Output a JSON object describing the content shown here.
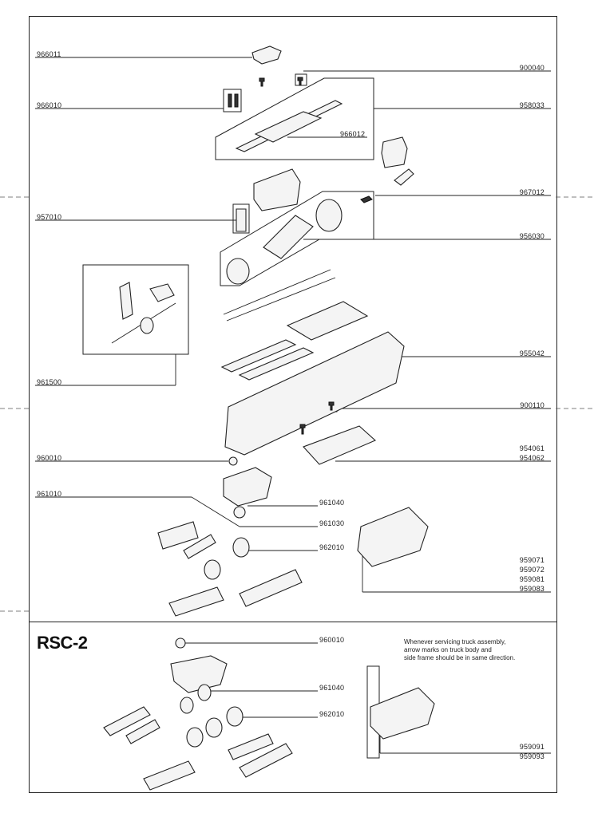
{
  "labels_left": {
    "p966011": "966011",
    "p966010": "966010",
    "p957010": "957010",
    "p961500": "961500",
    "p960010": "960010",
    "p961010": "961010"
  },
  "labels_right": {
    "p900040": "900040",
    "p958033": "958033",
    "p967012": "967012",
    "p956030": "956030",
    "p955042": "955042",
    "p900110": "900110",
    "p954061": "954061",
    "p954062": "954062",
    "p959071": "959071",
    "p959072": "959072",
    "p959081": "959081",
    "p959083": "959083"
  },
  "labels_inner": {
    "p966012": "966012",
    "p961040": "961040",
    "p961030": "961030",
    "p962010": "962010"
  },
  "rsc2": {
    "title": "RSC-2",
    "note_lines": [
      "Whenever servicing truck assembly,",
      "arrow marks on truck body and",
      "side frame should be in same direction."
    ],
    "p960010": "960010",
    "p961040": "961040",
    "p962010": "962010",
    "p959091": "959091",
    "p959093": "959093"
  }
}
